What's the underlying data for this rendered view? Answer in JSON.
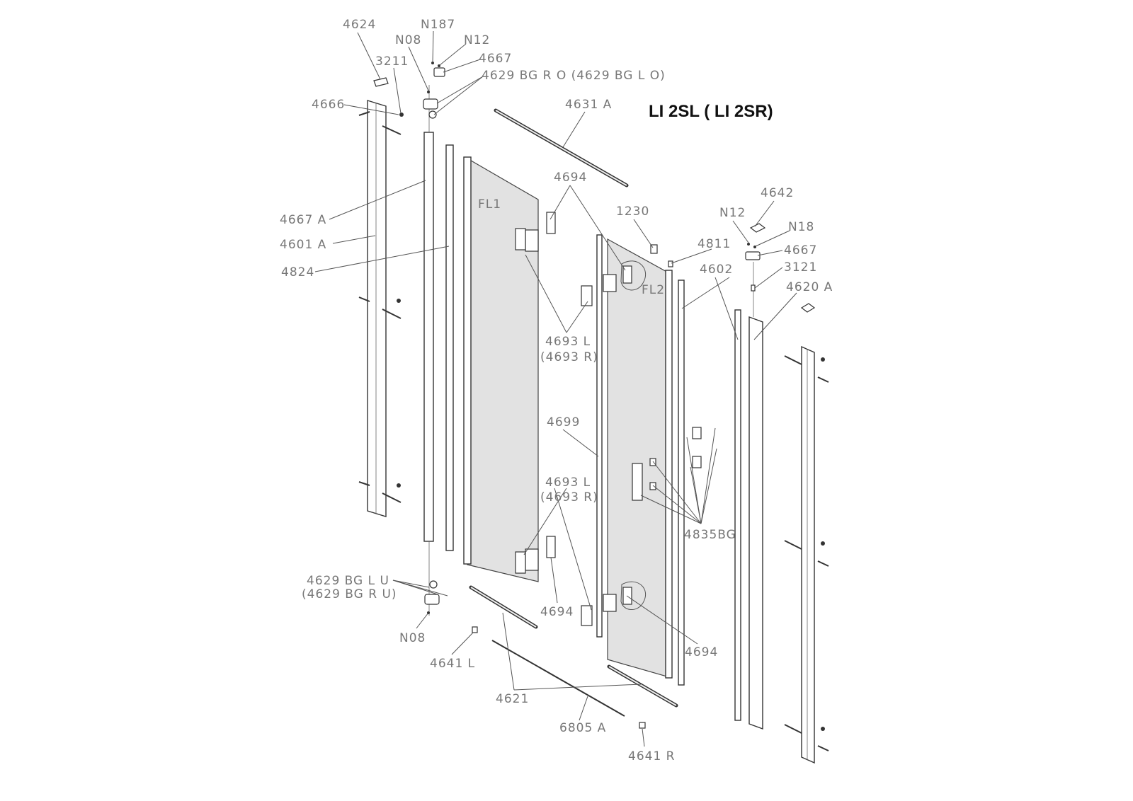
{
  "title": "LI 2SL ( LI 2SR)",
  "labels": {
    "p4624": "4624",
    "n187": "N187",
    "n08_top": "N08",
    "n12_top": "N12",
    "p3211": "3211",
    "p4667_top": "4667",
    "p4629_top": "4629 BG R O (4629 BG L O)",
    "p4666": "4666",
    "p4631a": "4631 A",
    "p4694_top": "4694",
    "p4642": "4642",
    "fl1": "FL1",
    "p1230": "1230",
    "n12_right": "N12",
    "p4667a": "4667 A",
    "n18": "N18",
    "p4601a": "4601 A",
    "p4811": "4811",
    "p4667_right": "4667",
    "p4602": "4602",
    "p4824": "4824",
    "p3121": "3121",
    "fl2": "FL2",
    "p4620a": "4620 A",
    "p4693_upper_1": "4693 L",
    "p4693_upper_2": "(4693 R)",
    "p4699": "4699",
    "p4693_lower_1": "4693 L",
    "p4693_lower_2": "(4693 R)",
    "p4835bg": "4835BG",
    "p4629_bottom_1": "4629 BG L U",
    "p4629_bottom_2": "(4629 BG R U)",
    "p4694_lower_left": "4694",
    "n08_bottom": "N08",
    "p4694_lower_right": "4694",
    "p4641l": "4641 L",
    "p4621": "4621",
    "p6805a": "6805 A",
    "p4641r": "4641 R"
  }
}
